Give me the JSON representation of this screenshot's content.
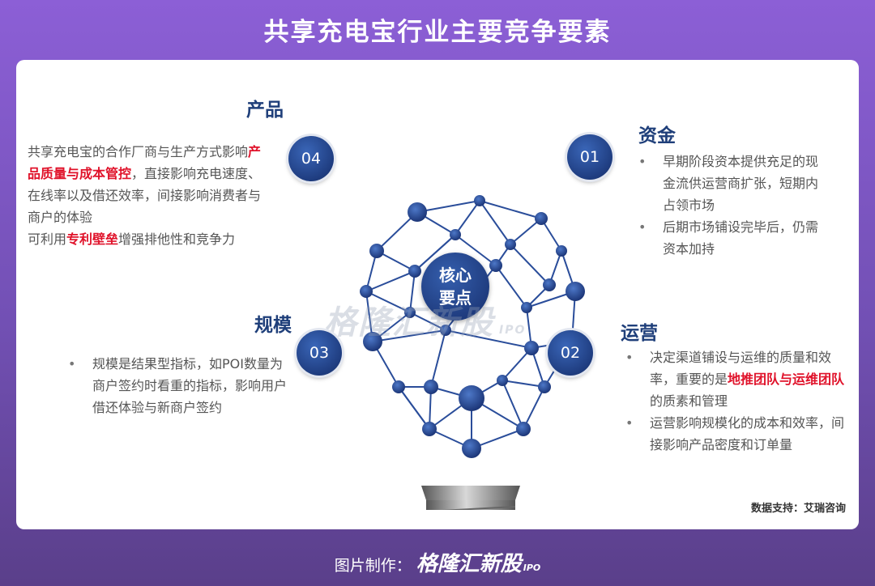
{
  "title": "共享充电宝行业主要竞争要素",
  "core": {
    "line1": "核心",
    "line2": "要点"
  },
  "sections": {
    "product": {
      "title": "产品",
      "number": "04",
      "p1a": "共享充电宝的合作厂商与生产方式影响",
      "p1b": "产品质量与成本管控",
      "p1c": "，直接影响充电速度、在线率以及借还效率，间接影响消费者与商户的体验",
      "p2a": "可利用",
      "p2b": "专利壁垒",
      "p2c": "增强排他性和竞争力"
    },
    "capital": {
      "title": "资金",
      "number": "01",
      "bullets": [
        "早期阶段资本提供充足的现金流供运营商扩张，短期内占领市场",
        "后期市场铺设完毕后，仍需资本加持"
      ]
    },
    "scale": {
      "title": "规模",
      "number": "03",
      "bullets": [
        "规模是结果型指标，如POI数量为商户签约时看重的指标，影响用户借还体验与新商户签约"
      ]
    },
    "operation": {
      "title": "运营",
      "number": "02",
      "b1a": "决定渠道铺设与运维的质量和效率，重要的是",
      "b1b": "地推团队与运维团队",
      "b1c": "的质素和管理",
      "b2": "运营影响规模化的成本和效率，间接影响产品密度和订单量"
    }
  },
  "watermark": {
    "text": "格隆汇新股",
    "suffix": "IPO"
  },
  "source": "数据支持：艾瑞咨询",
  "footer": {
    "label": "图片制作：",
    "brand": "格隆汇新股",
    "suffix": "IPO"
  }
}
